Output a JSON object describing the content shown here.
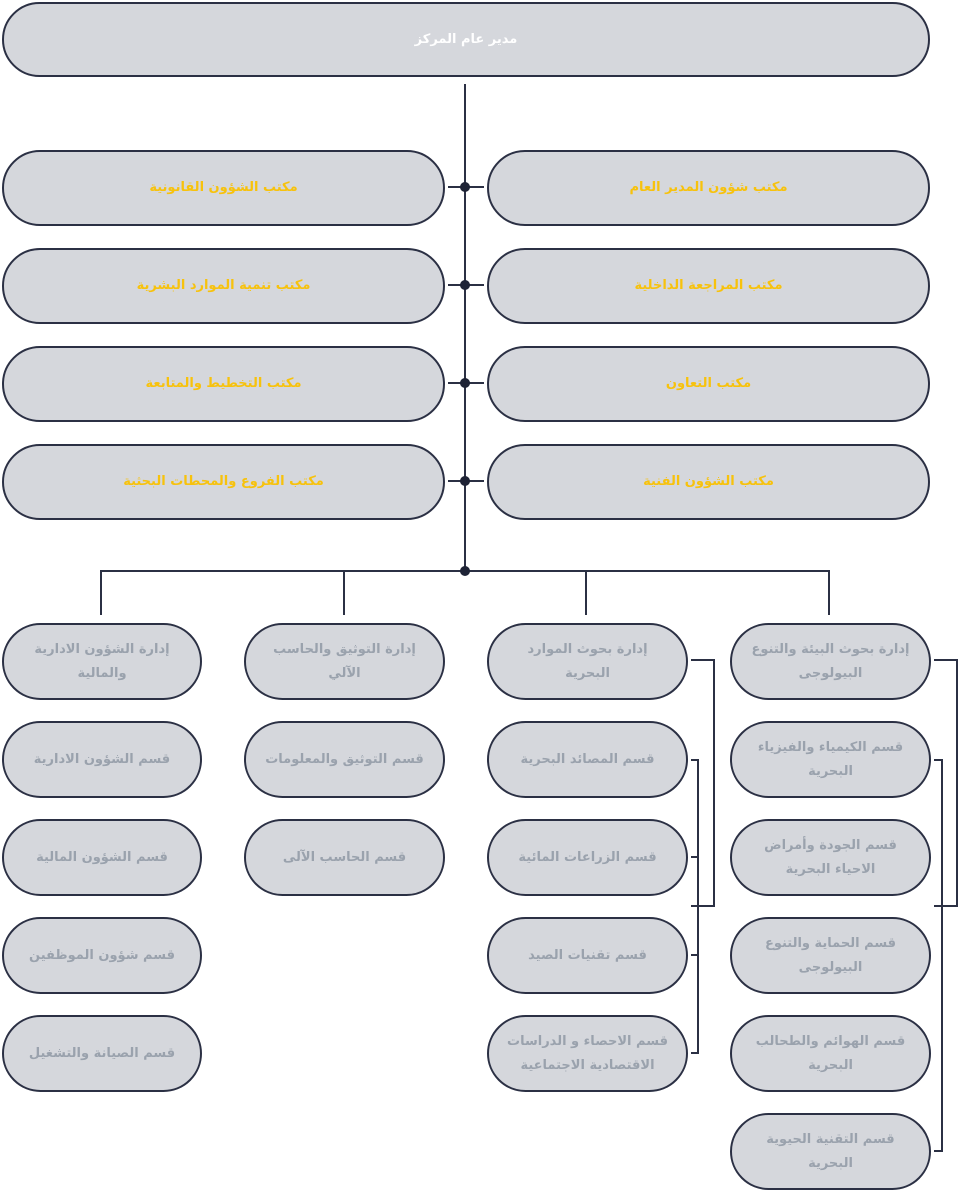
{
  "colors": {
    "fill": "#d5d7dc",
    "border": "#2b3044",
    "gold": "#f7c20d",
    "gray": "#9aa2ad"
  },
  "director": "مدير عام المركز",
  "offices_right": [
    "مكتب شؤون المدير العام",
    "مكتب المراجعة الداخلية",
    "مكتب التعاون",
    "مكتب الشؤون الفنية"
  ],
  "offices_left": [
    "مكتب الشؤون القانونية",
    "مكتب تنمية الموارد البشرية",
    "مكتب التخطيط والمتابعة",
    "مكتب الفروع والمحطات البحثية"
  ],
  "col1": [
    "إدارة الشؤون الادارية والمالية",
    "قسم الشؤون الادارية",
    "قسم الشؤون المالية",
    "قسم شؤون الموظفين",
    "قسم الصيانة والتشغيل"
  ],
  "col2": [
    "إدارة التوثيق والحاسب الآلي",
    "قسم التوثيق والمعلومات",
    "قسم الحاسب الآلى"
  ],
  "col3": [
    "إدارة بحوث الموارد البحرية",
    "قسم المصائد البحرية",
    "قسم الزراعات المائية",
    "قسم تقنيات الصيد",
    "قسم الاحصاء و الدراسات الاقتصادية الاجتماعية"
  ],
  "col4": [
    "إدارة بحوث البيئة والتنوع البيولوجى",
    "قسم الكيمياء والفيزياء البحرية",
    "قسم الجودة وأمراض الاحياء البحرية",
    "قسم الحماية والتنوع البيولوجى",
    "قسم الهوائم والطحالب البحرية",
    "قسم التقنية الحيوية البحرية"
  ]
}
